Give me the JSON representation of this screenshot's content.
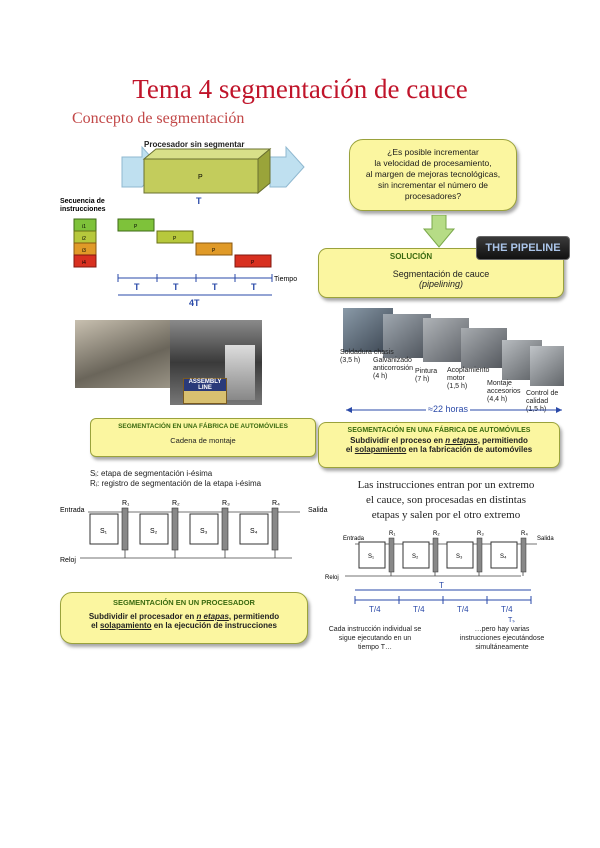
{
  "title": "Tema 4 segmentación de cauce",
  "subtitle": "Concepto de segmentación",
  "left_top": {
    "processor_label": "Procesador sin segmentar",
    "p_label": "P",
    "t_label": "T",
    "sequence_label_1": "Secuencia de",
    "sequence_label_2": "instrucciones",
    "instr_labels": [
      "i1",
      "i2",
      "i3",
      "i4"
    ],
    "stage_labels": [
      "P",
      "P",
      "P",
      "P"
    ],
    "tiempo": "Tiempo",
    "t_segments": [
      "T",
      "T",
      "T",
      "T"
    ],
    "total": "4T"
  },
  "question_box": {
    "lines": [
      "¿Es posible incrementar",
      "la velocidad de procesamiento,",
      "al margen de mejoras tecnológicas,",
      "sin incrementar el número de",
      "procesadores?"
    ]
  },
  "solution_box": {
    "heading": "SOLUCIÓN",
    "line1": "Segmentación de cauce",
    "line2": "(pipelining)",
    "badge": "THE PIPELINE"
  },
  "factory_left": {
    "sign": "ASSEMBLY LINE",
    "box_heading": "SEGMENTACIÓN EN UNA FÁBRICA DE AUTOMÓVILES",
    "box_text": "Cadena de montaje"
  },
  "factory_right": {
    "stage_labels": [
      "Soldadura chasis",
      "Galvanizado anticorrosión",
      "Pintura",
      "Acoplamiento motor",
      "Montaje accesorios",
      "Control de calidad"
    ],
    "stage_times": [
      "(3,5 h)",
      "(4 h)",
      "(7 h)",
      "(1,5 h)",
      "(4,4 h)",
      "(1,5 h)"
    ],
    "total": "≈22 horas",
    "box_heading": "SEGMENTACIÓN EN UNA FÁBRICA DE AUTOMÓVILES",
    "box_line1_pre": "Subdividir el proceso en ",
    "box_line1_em": "n etapas",
    "box_line1_post": ", permitiendo",
    "box_line2_pre": "el ",
    "box_line2_em": "solapamiento",
    "box_line2_post": " en la fabricación de automóviles"
  },
  "pipeline_left": {
    "legend1": "Sᵢ: etapa de segmentación i-ésima",
    "legend2": "Rᵢ: registro de segmentación de la etapa i-ésima",
    "entrada": "Entrada",
    "salida": "Salida",
    "reloj": "Reloj",
    "stages": [
      "S₁",
      "S₂",
      "S₃",
      "S₄"
    ],
    "registers": [
      "R₁",
      "R₂",
      "R₃",
      "R₄"
    ]
  },
  "processor_box": {
    "heading": "SEGMENTACIÓN EN UN PROCESADOR",
    "line1_pre": "Subdividir el procesador en ",
    "line1_em": "n etapas",
    "line1_post": ", permitiendo",
    "line2_pre": "el ",
    "line2_em": "solapamiento",
    "line2_post": " en la ejecución de instrucciones"
  },
  "pipeline_right": {
    "handwritten": [
      "Las instrucciones entran por un extremo",
      "el cauce, son procesadas en distintas",
      "etapas y salen por el otro extremo"
    ],
    "entrada": "Entrada",
    "salida": "Salida",
    "reloj": "Reloj",
    "stages": [
      "S₁",
      "S₂",
      "S₃",
      "S₄"
    ],
    "registers": [
      "R₁",
      "R₂",
      "R₃",
      "R₄"
    ],
    "t_total": "T",
    "quarters": [
      "T/4",
      "T/4",
      "T/4",
      "T/4"
    ],
    "ts": "Tₛ",
    "note_left": [
      "Cada instrucción individual se",
      "sigue ejecutando en un",
      "tiempo T…"
    ],
    "note_right": [
      "…pero hay varias",
      "instrucciones ejecutándose",
      "simultáneamente"
    ]
  }
}
